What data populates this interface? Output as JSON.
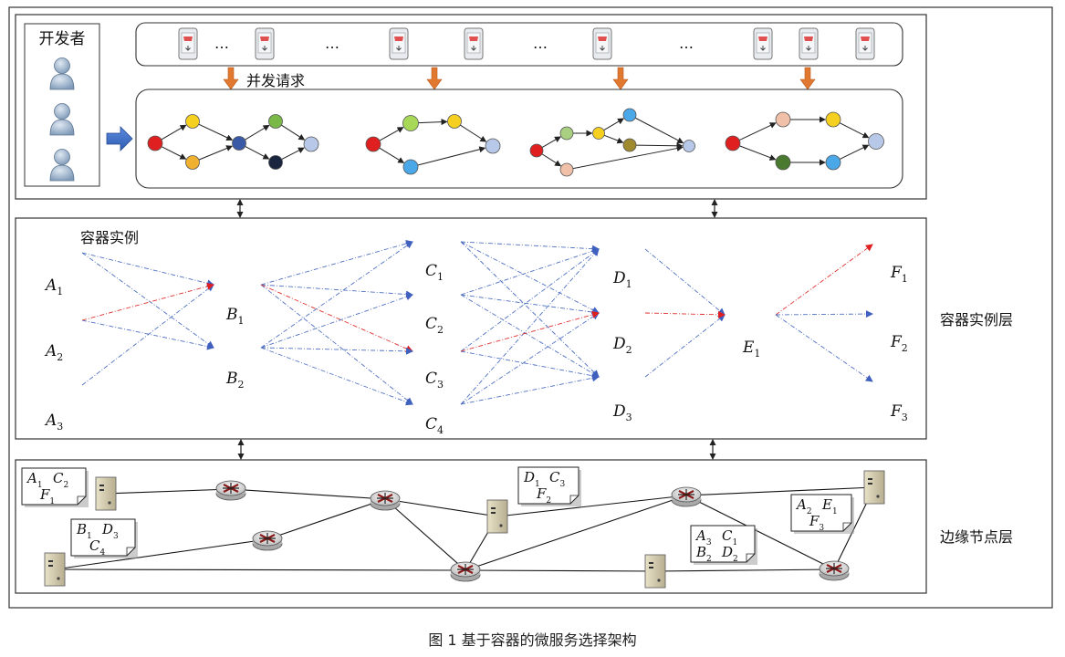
{
  "developer_label": "开发者",
  "concurrent_label": "并发请求",
  "ellipsis": "…",
  "container_instances_label": "容器实例",
  "container_layer_label": "容器实例层",
  "edge_layer_label": "边缘节点层",
  "caption": "图 1 基于容器的微服务选择架构",
  "instances": {
    "A1": {
      "l": "A",
      "s": "1"
    },
    "A2": {
      "l": "A",
      "s": "2"
    },
    "A3": {
      "l": "A",
      "s": "3"
    },
    "B1": {
      "l": "B",
      "s": "1"
    },
    "B2": {
      "l": "B",
      "s": "2"
    },
    "C1": {
      "l": "C",
      "s": "1"
    },
    "C2": {
      "l": "C",
      "s": "2"
    },
    "C3": {
      "l": "C",
      "s": "3"
    },
    "C4": {
      "l": "C",
      "s": "4"
    },
    "D1": {
      "l": "D",
      "s": "1"
    },
    "D2": {
      "l": "D",
      "s": "2"
    },
    "D3": {
      "l": "D",
      "s": "3"
    },
    "E1": {
      "l": "E",
      "s": "1"
    },
    "F1": {
      "l": "F",
      "s": "1"
    },
    "F2": {
      "l": "F",
      "s": "2"
    },
    "F3": {
      "l": "F",
      "s": "3"
    }
  },
  "notes": [
    {
      "line1": [
        {
          "l": "A",
          "s": "1"
        },
        {
          "l": "C",
          "s": "2"
        }
      ],
      "line2": [
        {
          "l": "F",
          "s": "1"
        }
      ]
    },
    {
      "line1": [
        {
          "l": "B",
          "s": "1"
        },
        {
          "l": "D",
          "s": "3"
        }
      ],
      "line2": [
        {
          "l": "C",
          "s": "4"
        }
      ]
    },
    {
      "line1": [
        {
          "l": "D",
          "s": "1"
        },
        {
          "l": "C",
          "s": "3"
        }
      ],
      "line2": [
        {
          "l": "F",
          "s": "2"
        }
      ]
    },
    {
      "line1": [
        {
          "l": "A",
          "s": "3"
        },
        {
          "l": "C",
          "s": "1"
        }
      ],
      "line2": [
        {
          "l": "B",
          "s": "2"
        },
        {
          "l": "D",
          "s": "2"
        }
      ]
    },
    {
      "line1": [
        {
          "l": "A",
          "s": "2"
        },
        {
          "l": "E",
          "s": "1"
        }
      ],
      "line2": [
        {
          "l": "F",
          "s": "3"
        }
      ]
    }
  ],
  "colors": {
    "red": "#e02020",
    "yellow": "#f5d020",
    "orange": "#f0b030",
    "blue": "#3c7fd0",
    "light_blue": "#4aa8e8",
    "pale_blue": "#b8c8e8",
    "green": "#7ab848",
    "dark_green": "#4a7a30",
    "navy": "#1a2540",
    "peach": "#f0c0a8",
    "olive": "#a08a30",
    "dark_blue": "#3a5aa8",
    "arrow_orange": "#e07830",
    "arrow_blue": "#4070c0",
    "dash_blue": "#5070c0",
    "dash_red": "#e03030"
  }
}
